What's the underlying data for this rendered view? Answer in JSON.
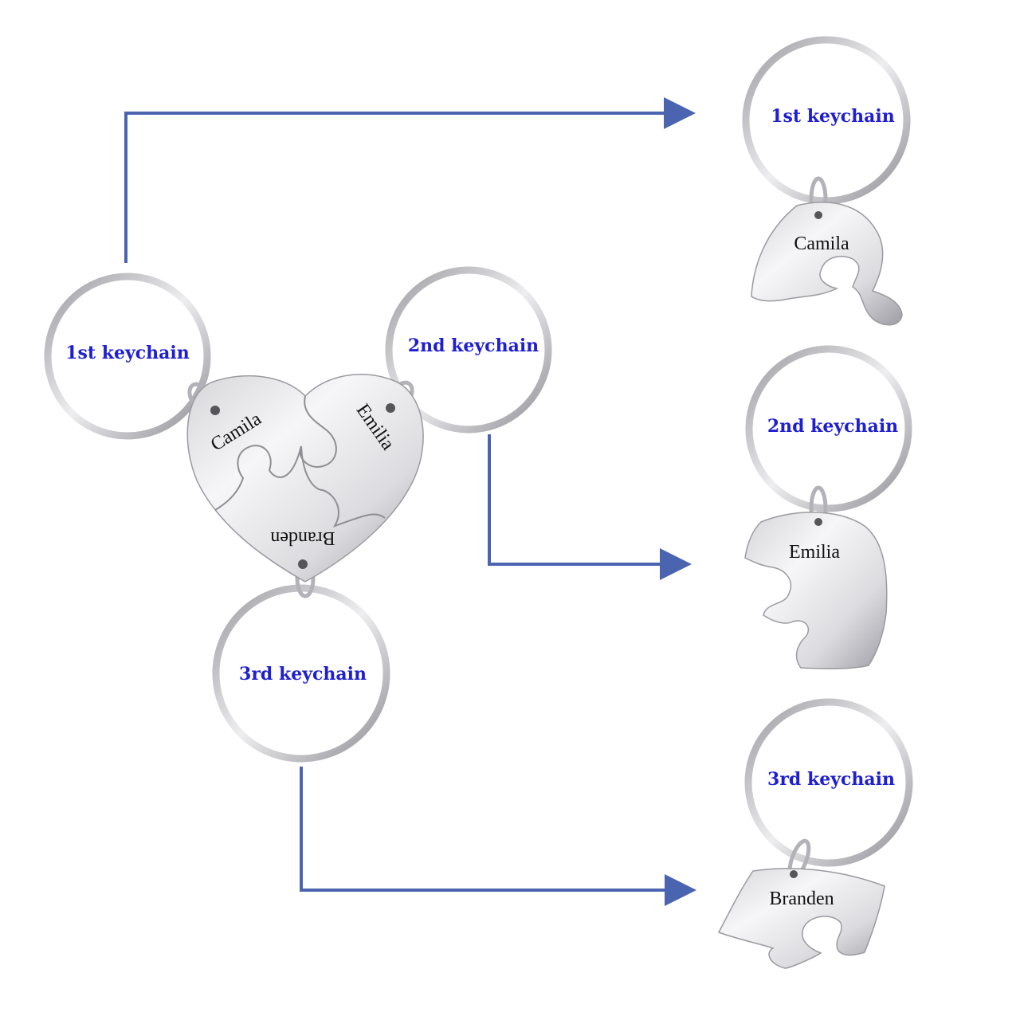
{
  "labels": {
    "first": "1st keychain",
    "second": "2nd keychain",
    "third": "3rd keychain"
  },
  "names": {
    "first": "Camila",
    "second": "Emilia",
    "third": "Branden"
  },
  "colors": {
    "label": "#1f1fd0",
    "arrow": "#4a64b0",
    "metal_light": "#f4f4f6",
    "metal_dark": "#a8a8ae",
    "ring": "#b9b9bf"
  }
}
